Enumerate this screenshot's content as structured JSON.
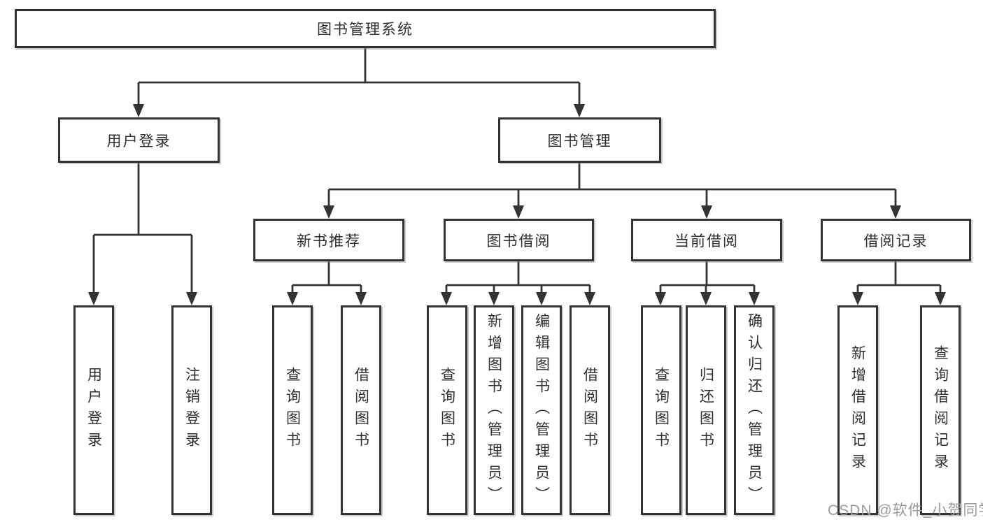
{
  "diagram": {
    "root": {
      "label": "图书管理系统"
    },
    "level2": [
      {
        "label": "用户登录"
      },
      {
        "label": "图书管理"
      }
    ],
    "level3": [
      {
        "label": "新书推荐"
      },
      {
        "label": "图书借阅"
      },
      {
        "label": "当前借阅"
      },
      {
        "label": "借阅记录"
      }
    ],
    "leaves": [
      {
        "label": "用户登录"
      },
      {
        "label": "注销登录"
      },
      {
        "label": "查询图书"
      },
      {
        "label": "借阅图书"
      },
      {
        "label": "查询图书"
      },
      {
        "label": "新增图书（管理员）"
      },
      {
        "label": "编辑图书（管理员）"
      },
      {
        "label": "借阅图书"
      },
      {
        "label": "查询图书"
      },
      {
        "label": "归还图书"
      },
      {
        "label": "确认归还（管理员）"
      },
      {
        "label": "新增借阅记录"
      },
      {
        "label": "查询借阅记录"
      }
    ],
    "watermark": "CSDN @软件_小贺同学",
    "colors": {
      "line": "#333333",
      "box_border": "#333333",
      "box_fill": "#ffffff",
      "text": "#2f2f2f",
      "watermark": "#9b9b9b"
    }
  }
}
